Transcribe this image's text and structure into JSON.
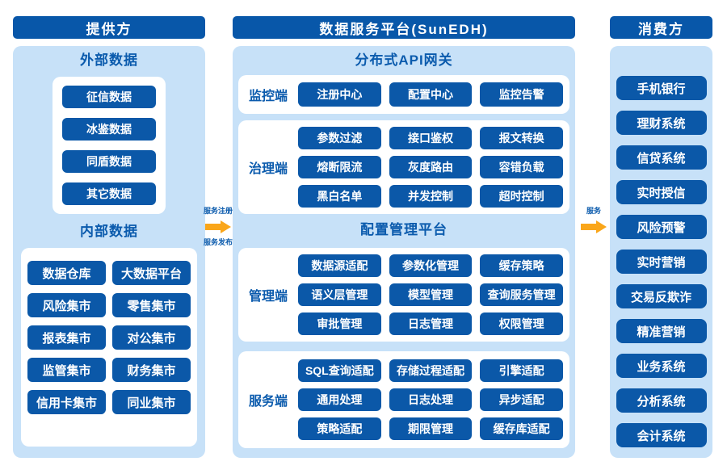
{
  "colors": {
    "dark_blue": "#0857A9",
    "button_blue": "#0B58A8",
    "panel_blue": "#C7E1F8",
    "title_blue": "#0B5BAD",
    "arrow_orange": "#FAA61A",
    "box_white": "#FFFFFF",
    "page_bg": "#FFFFFF"
  },
  "provider": {
    "header": "提供方",
    "external_title": "外部数据",
    "external_items": [
      "征信数据",
      "冰鉴数据",
      "同盾数据",
      "其它数据"
    ],
    "internal_title": "内部数据",
    "internal_items": [
      "数据仓库",
      "大数据平台",
      "风险集市",
      "零售集市",
      "报表集市",
      "对公集市",
      "监管集市",
      "财务集市",
      "信用卡集市",
      "同业集市"
    ]
  },
  "platform": {
    "header": "数据服务平台(SunEDH)",
    "gateway_title": "分布式API网关",
    "config_title": "配置管理平台",
    "groups": {
      "monitor": {
        "label": "监控端",
        "items": [
          "注册中心",
          "配置中心",
          "监控告警"
        ]
      },
      "governance": {
        "label": "治理端",
        "items": [
          "参数过滤",
          "接口鉴权",
          "报文转换",
          "熔断限流",
          "灰度路由",
          "容错负载",
          "黑白名单",
          "并发控制",
          "超时控制"
        ]
      },
      "management": {
        "label": "管理端",
        "items": [
          "数据源适配",
          "参数化管理",
          "缓存策略",
          "语义层管理",
          "模型管理",
          "查询服务管理",
          "审批管理",
          "日志管理",
          "权限管理"
        ]
      },
      "service": {
        "label": "服务端",
        "items": [
          "SQL查询适配",
          "存储过程适配",
          "引擎适配",
          "通用处理",
          "日志处理",
          "异步适配",
          "策略适配",
          "期限管理",
          "缓存库适配"
        ]
      }
    }
  },
  "consumer": {
    "header": "消费方",
    "items": [
      "手机银行",
      "理财系统",
      "信贷系统",
      "实时授信",
      "风险预警",
      "实时营销",
      "交易反欺诈",
      "精准营销",
      "业务系统",
      "分析系统",
      "会计系统"
    ]
  },
  "connectors": {
    "register_label": "服务注册",
    "publish_label": "服务发布",
    "service_label": "服务"
  }
}
